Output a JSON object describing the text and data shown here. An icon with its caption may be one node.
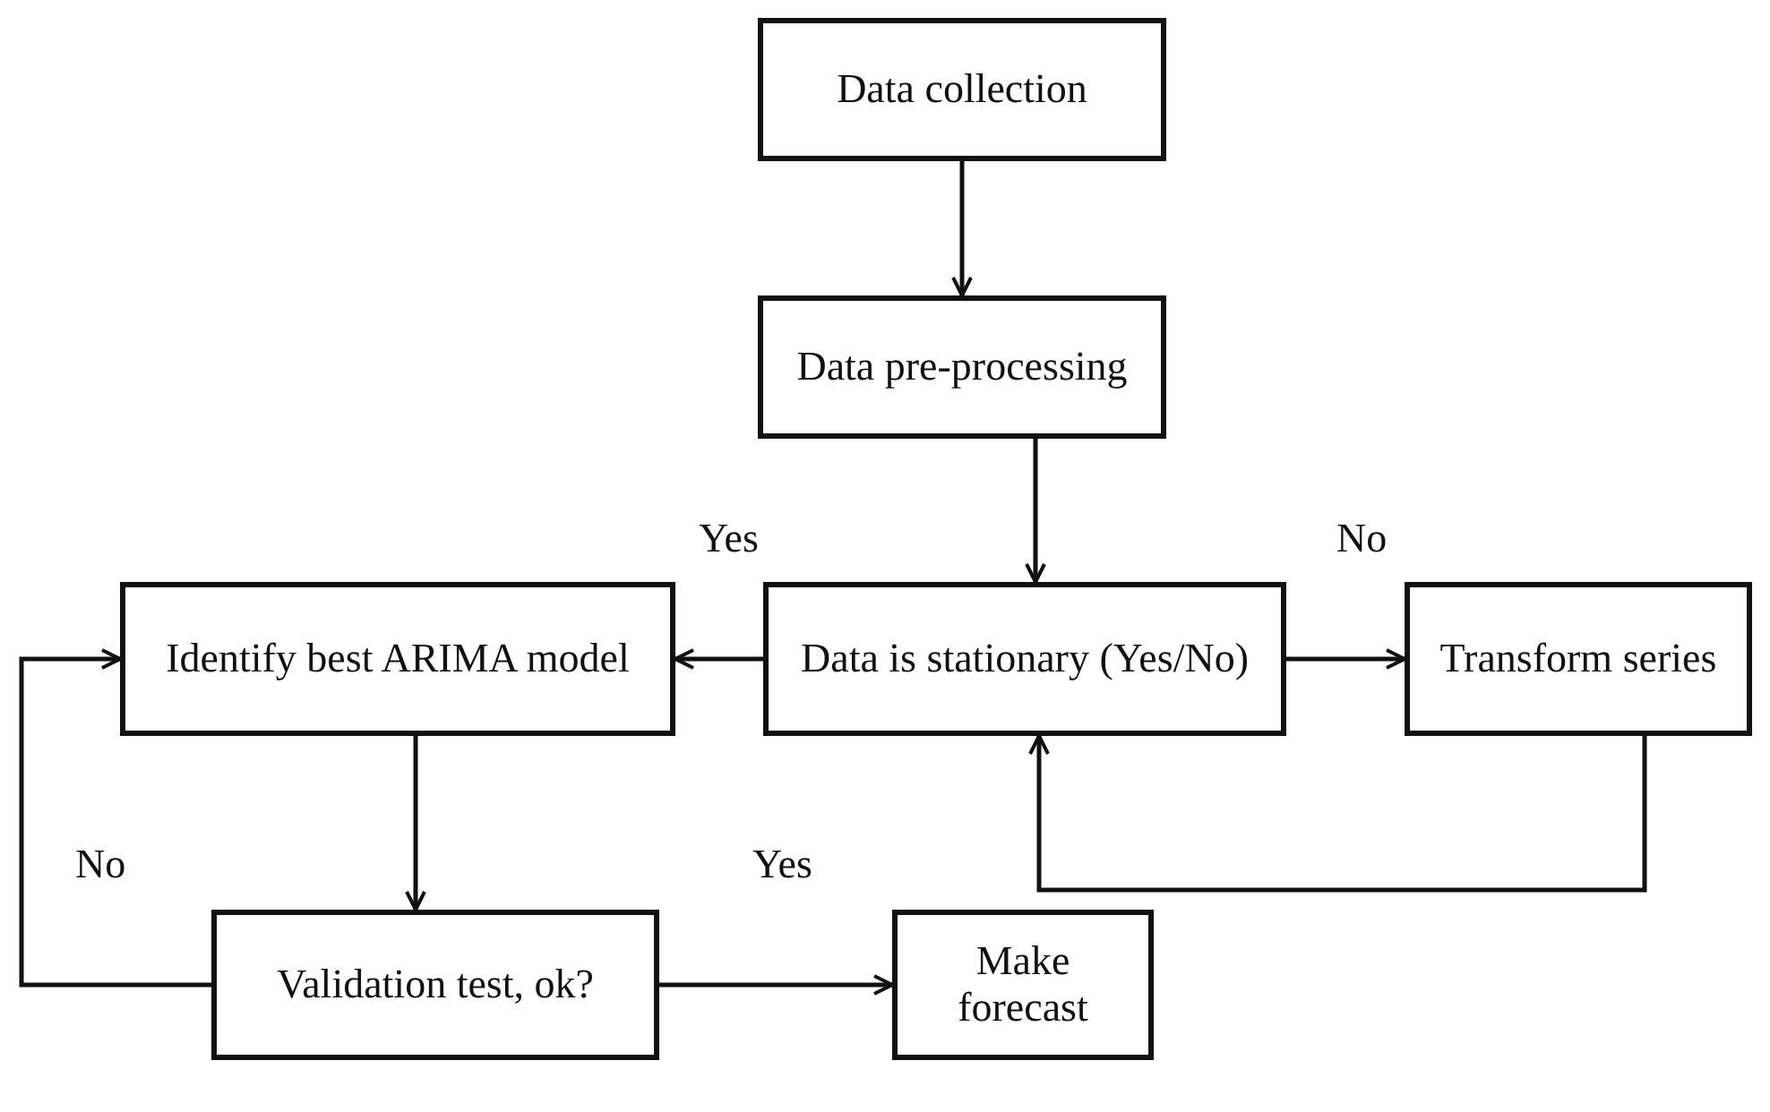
{
  "diagram": {
    "nodes": [
      {
        "text": [
          "Data collection"
        ]
      },
      {
        "text": [
          "Data pre-processing"
        ]
      },
      {
        "text": [
          "Identify best ARIMA model"
        ]
      },
      {
        "text": [
          "Data is stationary (Yes/No)"
        ]
      },
      {
        "text": [
          "Transform series"
        ]
      },
      {
        "text": [
          "Validation test, ok?"
        ]
      },
      {
        "text": [
          "Make forecast"
        ]
      }
    ],
    "edges": [
      {
        "from": 0,
        "to": 1,
        "arrow": "to"
      },
      {
        "from": 1,
        "to": 3,
        "arrow": "to"
      },
      {
        "from": 3,
        "to": 2,
        "arrow": "to",
        "label": "Yes"
      },
      {
        "from": 3,
        "to": 4,
        "arrow": "to",
        "label": "No"
      },
      {
        "from": 4,
        "to": 3,
        "arrow": "to"
      },
      {
        "from": 2,
        "to": 5,
        "arrow": "to"
      },
      {
        "from": 5,
        "to": 6,
        "arrow": "to",
        "label": "Yes"
      },
      {
        "from": 5,
        "to": 2,
        "arrow": "to",
        "label": "No"
      }
    ]
  }
}
